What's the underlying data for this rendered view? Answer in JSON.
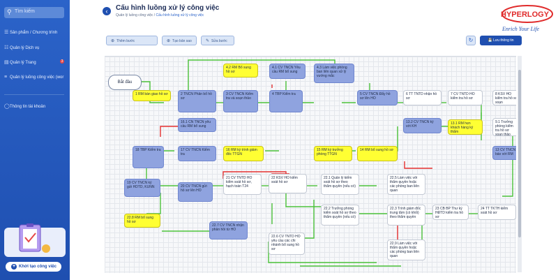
{
  "sidebar": {
    "search_placeholder": "Tìm kiếm",
    "items": [
      {
        "label": "Sản phẩm / Chương trình",
        "icon": "layers-icon"
      },
      {
        "label": "Quản lý Dịch vụ",
        "icon": "service-icon"
      },
      {
        "label": "Quản lý Trang",
        "icon": "page-icon",
        "badge": "3"
      },
      {
        "label": "Quản lý luồng công việc (wor",
        "icon": "workflow-icon"
      }
    ],
    "account_label": "Thông tin tài khoản",
    "create_workflow_label": "Khởi tạo công việc"
  },
  "header": {
    "title": "Cấu hình luồng xử lý công việc",
    "breadcrumb_root": "Quản lý luồng công việc / ",
    "breadcrumb_current": "Cấu hình luồng xử lý công việc"
  },
  "logo": {
    "brand": "HYPERLOGY",
    "slogan": "Enrich Your Life"
  },
  "toolbar": {
    "add_step": "Thêm bước",
    "create_new": "Tạo bản sao",
    "edit_step": "Sửa bước",
    "save_info": "Lưu thông tin"
  },
  "workflow": {
    "start": "Bắt đầu",
    "nodes": [
      {
        "id": "n1",
        "text": "1 RM bàn giao hồ sơ",
        "color": "yellow"
      },
      {
        "id": "n2",
        "text": "2 TNCN Phân bổ hồ sơ",
        "color": "blue"
      },
      {
        "id": "n3",
        "text": "3 CV TNCN Kiểm tra và soạn thảo",
        "color": "blue"
      },
      {
        "id": "n4",
        "text": "4 TBP Kiểm tra",
        "color": "blue"
      },
      {
        "id": "n42",
        "text": "4.2 RM Bổ sung hồ sơ",
        "color": "yellow"
      },
      {
        "id": "n41",
        "text": "4.1 CV TNCN Yêu cầu RM bổ sung",
        "color": "blue"
      },
      {
        "id": "n43",
        "text": "4.3 Làm việc phòng ban liên quan xử lý vướng mắc",
        "color": "blue"
      },
      {
        "id": "n5",
        "text": "5 CV TNCN Đẩy hồ sơ lên HO",
        "color": "blue"
      },
      {
        "id": "n6",
        "text": "6 TT TNTD nhận hồ sơ",
        "color": "white"
      },
      {
        "id": "n7",
        "text": "7 CV TNTD HO kiểm tra hồ sơ",
        "color": "white"
      },
      {
        "id": "n8",
        "text": "8 KSV HO kiểm tra hồ sơ soạn",
        "color": "white"
      },
      {
        "id": "n131",
        "text": "13.1 RM hẹn khách hàng ký thẩm",
        "color": "yellow"
      },
      {
        "id": "n132",
        "text": "13.2 CV TNCN ký với KH",
        "color": "blue"
      },
      {
        "id": "n91",
        "text": "9.1 Trưởng phòng kiểm tra hồ sơ soạn thảo",
        "color": "white"
      },
      {
        "id": "n161",
        "text": "16.1 CN TNCN yêu cầu RM bổ sung",
        "color": "blue"
      },
      {
        "id": "n18",
        "text": "18 TBP Kiểm tra",
        "color": "blue"
      },
      {
        "id": "n17",
        "text": "17 CV TNCN Kiểm tra",
        "color": "blue"
      },
      {
        "id": "n16",
        "text": "16 RM ký trình giám đốc TTGN",
        "color": "yellow"
      },
      {
        "id": "n15",
        "text": "15 RM ký trưởng phòng TTGN",
        "color": "yellow"
      },
      {
        "id": "n14",
        "text": "14 RM bổ sung hồ sơ",
        "color": "yellow"
      },
      {
        "id": "n13",
        "text": "13 CV TNCN báo với RM",
        "color": "blue"
      },
      {
        "id": "n19",
        "text": "19 CV TNCN ký gửi HDTD, KUNN",
        "color": "blue"
      },
      {
        "id": "n20",
        "text": "20 CV TNCN gửi hồ sơ lên HO",
        "color": "blue"
      },
      {
        "id": "n21",
        "text": "21 CV TNTD HO kiểm soát hồ sơ, hạch toán T24",
        "color": "white"
      },
      {
        "id": "n22",
        "text": "22 KSV HO kiểm soát hồ sơ",
        "color": "white"
      },
      {
        "id": "n221",
        "text": "22.1 Quản lý kiểm soát hồ sơ theo thẩm quyền (nếu có)",
        "color": "white"
      },
      {
        "id": "n225",
        "text": "22.5 Làm việc với thẩm quyền hoặc các phòng ban liên quan",
        "color": "white"
      },
      {
        "id": "n228",
        "text": "22.8 RM bổ sung hồ sơ",
        "color": "yellow"
      },
      {
        "id": "n227",
        "text": "22.7 CV TNCN nhận phản hồi từ HO",
        "color": "blue"
      },
      {
        "id": "n222",
        "text": "22.2 Trưởng phòng kiểm soát hồ sơ theo thẩm quyền (nếu có)",
        "color": "white"
      },
      {
        "id": "n223",
        "text": "22.3 Trình giám đốc trung tâm (có khối) theo thẩm quyền",
        "color": "white"
      },
      {
        "id": "n23",
        "text": "23 CB BP Thư ký HĐTD kiểm tra hồ sơ",
        "color": "white"
      },
      {
        "id": "n24",
        "text": "24 TT TKTH kiểm soát hồ sơ",
        "color": "white"
      },
      {
        "id": "n226",
        "text": "22.6 CV TNTD HO yêu cầu các chi nhánh bổ sung hồ sơ",
        "color": "white"
      },
      {
        "id": "n229",
        "text": "22.9 Làm việc với thẩm quyền hoặc các phòng ban liên quan",
        "color": "white"
      }
    ]
  }
}
